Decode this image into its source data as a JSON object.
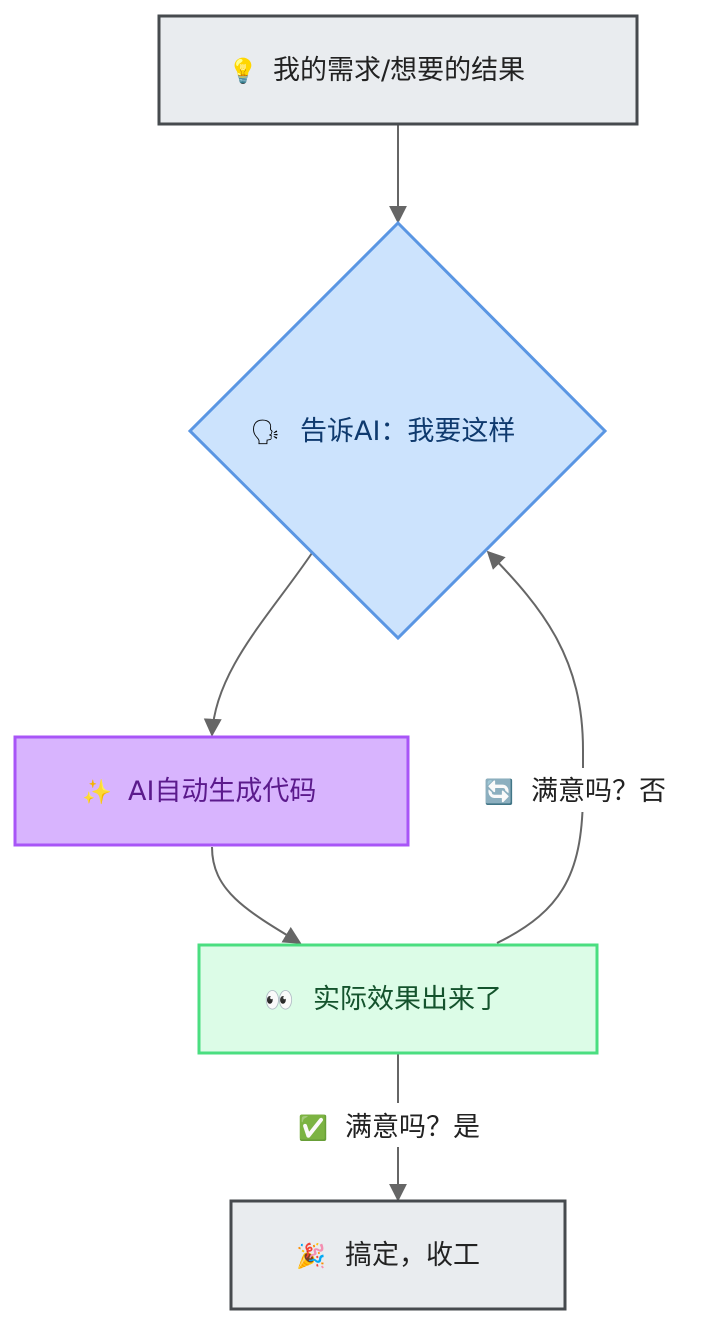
{
  "nodes": {
    "start": {
      "label": "我的需求/想要的结果",
      "icon": "lightbulb-icon",
      "glyph": "💡",
      "fill": "#e9ecef",
      "stroke": "#464a4e",
      "text_color": "#222222"
    },
    "prompt": {
      "label": "告诉AI：我要这样",
      "icon": "speaking-head-icon",
      "glyph": "🗣",
      "fill": "#cce3fd",
      "stroke": "#5a96e3",
      "text_color": "#0f3a6e"
    },
    "generate": {
      "label": "AI自动生成代码",
      "icon": "sparkles-icon",
      "glyph": "✨",
      "fill": "#d8b4fe",
      "stroke": "#a855f7",
      "text_color": "#5b1a8c"
    },
    "result": {
      "label": "实际效果出来了",
      "icon": "eyes-icon",
      "glyph": "👀",
      "fill": "#dcfce7",
      "stroke": "#4ade80",
      "text_color": "#14532d"
    },
    "done": {
      "label": "搞定，收工",
      "icon": "party-popper-icon",
      "glyph": "🎉",
      "fill": "#e9ecef",
      "stroke": "#464a4e",
      "text_color": "#222222"
    }
  },
  "edges": {
    "no": {
      "label": "满意吗？否",
      "icon": "refresh-icon",
      "glyph": "🔄"
    },
    "yes": {
      "label": "满意吗？是",
      "icon": "check-mark-icon",
      "glyph": "✅"
    }
  },
  "colors": {
    "edge": "#666666"
  }
}
